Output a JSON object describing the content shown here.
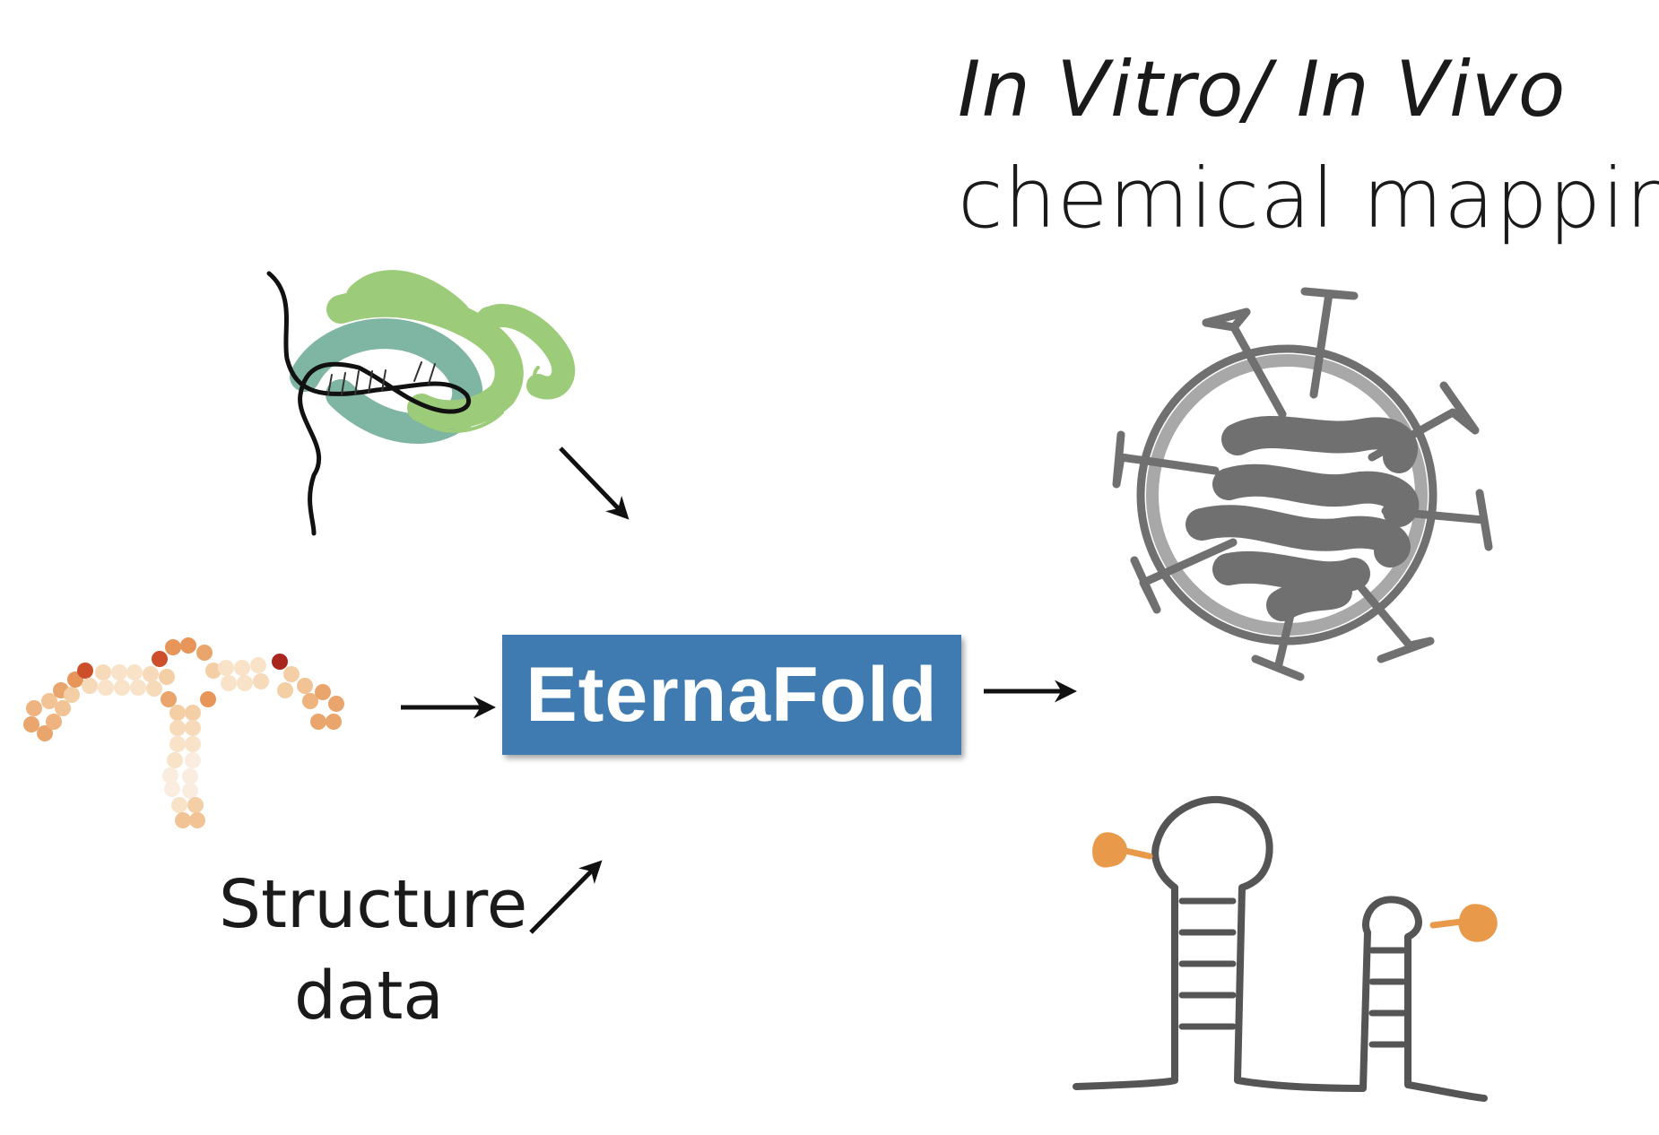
{
  "title": {
    "line1": "In Vitro/ In Vivo",
    "line2": "chemical mapping"
  },
  "center_label": "EternaFold",
  "structure_label": {
    "line1": "Structure",
    "line2": "data"
  },
  "colors": {
    "eternafold_box": "#3f7bb0",
    "protein_light_green": "#9ccc7a",
    "protein_teal": "#7fb5a3",
    "virus_gray": "#707070",
    "virus_membrane": "#a0a0a0",
    "modifier_orange": "#e89a4a",
    "arrow": "#111111"
  },
  "icons": [
    "protein-rna-complex-icon",
    "rna-secondary-structure-icon",
    "virus-icon",
    "hairpin-rna-icon"
  ]
}
